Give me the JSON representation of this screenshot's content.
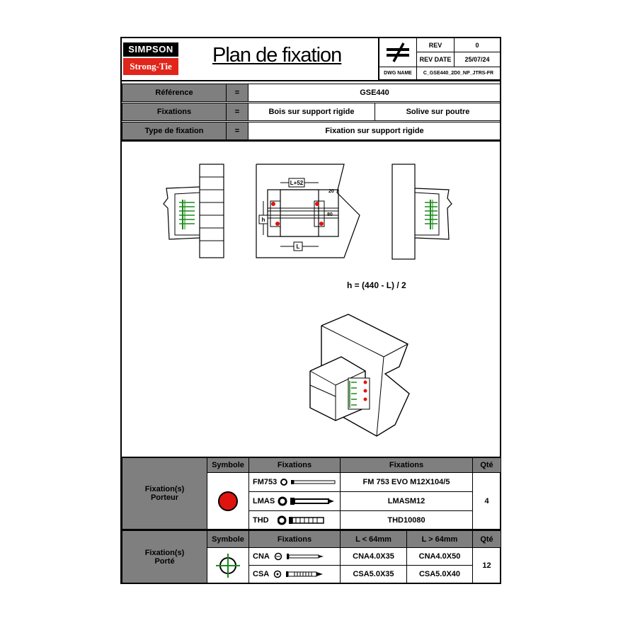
{
  "logo": {
    "top": "SIMPSON",
    "bottom": "Strong-Tie"
  },
  "title": "Plan de fixation",
  "revision": {
    "rev_label": "REV",
    "rev_value": "0",
    "date_label": "REV DATE",
    "date_value": "25/07/24",
    "dwg_label": "DWG NAME",
    "dwg_value": "C_GSE440_2D0_NP_JTRS-FR"
  },
  "info": {
    "reference_label": "Référence",
    "reference_value": "GSE440",
    "fixations_label": "Fixations",
    "fixations_value1": "Bois sur support rigide",
    "fixations_value2": "Solive sur poutre",
    "type_label": "Type de fixation",
    "type_value": "Fixation sur support rigide",
    "equals": "="
  },
  "drawing": {
    "formula": "h = (440 - L) / 2",
    "dim_top": "L+52",
    "dim_bottom": "L",
    "dim_h": "h",
    "dim_20": "20",
    "dim_80": "80"
  },
  "porteur": {
    "label_line1": "Fixation(s)",
    "label_line2": "Porteur",
    "symbol_header": "Symbole",
    "fix_header": "Fixations",
    "fix_header2": "Fixations",
    "qty_header": "Qté",
    "rows": [
      {
        "code": "FM753",
        "name": "FM 753 EVO M12X104/5"
      },
      {
        "code": "LMAS",
        "name": "LMASM12"
      },
      {
        "code": "THD",
        "name": "THD10080"
      }
    ],
    "qty": "4",
    "symbol_color": "#e0140e"
  },
  "porte": {
    "label_line1": "Fixation(s)",
    "label_line2": "Porté",
    "symbol_header": "Symbole",
    "fix_header": "Fixations",
    "col_small": "L < 64mm",
    "col_large": "L > 64mm",
    "qty_header": "Qté",
    "rows": [
      {
        "code": "CNA",
        "small": "CNA4.0X35",
        "large": "CNA4.0X50"
      },
      {
        "code": "CSA",
        "small": "CSA5.0X35",
        "large": "CSA5.0X40"
      }
    ],
    "qty": "12",
    "symbol_color": "#1a8a1a"
  }
}
